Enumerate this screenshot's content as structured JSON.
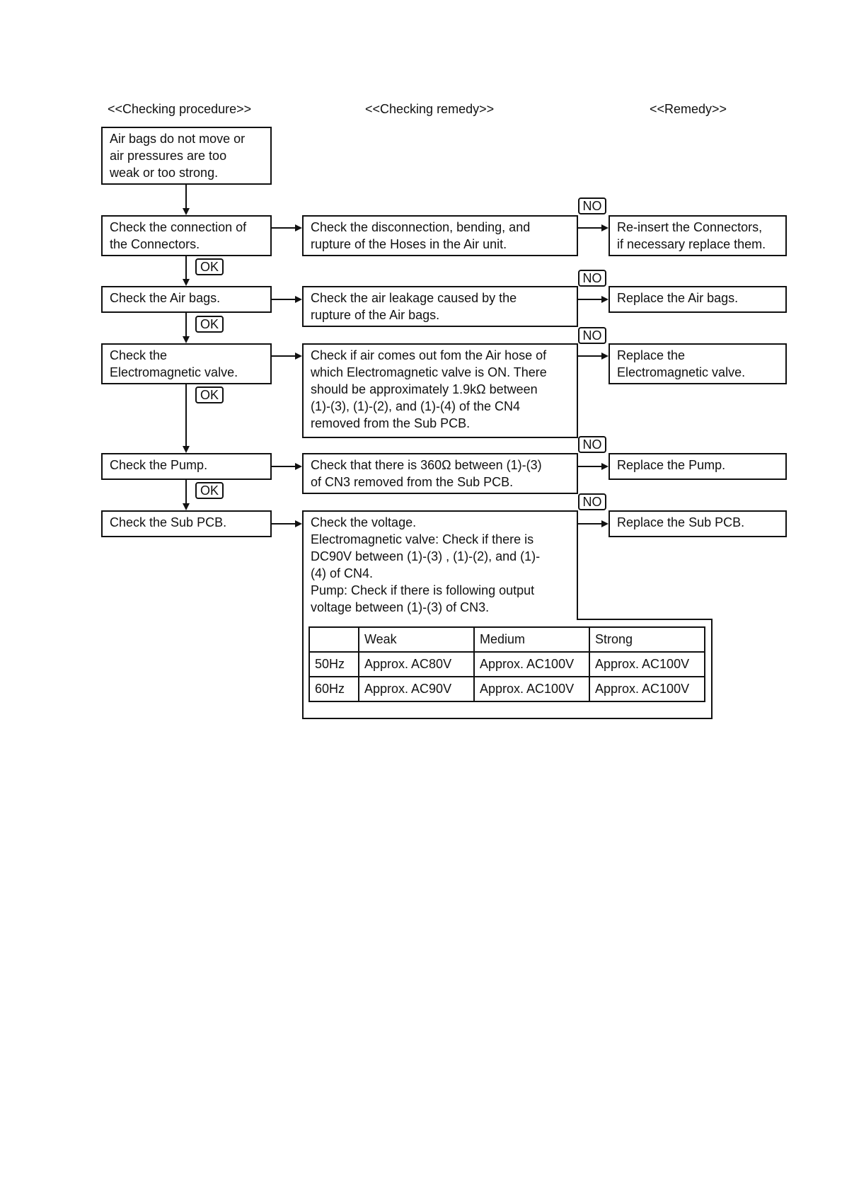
{
  "headers": {
    "procedure": "<<Checking procedure>>",
    "remedy_check": "<<Checking remedy>>",
    "remedy": "<<Remedy>>"
  },
  "procedure": {
    "start": "Air bags do not move or\nair pressures are too\nweak or too strong.",
    "steps": [
      "Check the connection of\nthe Connectors.",
      "Check the Air bags.",
      "Check the\nElectromagnetic valve.",
      "Check the Pump.",
      "Check the Sub PCB."
    ]
  },
  "checking_remedy": [
    "Check the disconnection, bending, and\nrupture of the Hoses in the Air unit.",
    "Check the air leakage caused by the\nrupture of the Air bags.",
    "Check if air comes out fom the Air hose of\nwhich Electromagnetic valve is ON.  There\nshould be approximately 1.9kΩ  between\n(1)-(3), (1)-(2), and (1)-(4) of the CN4\nremoved from the Sub PCB.",
    "Check that there is 360Ω  between (1)-(3)\nof CN3 removed from the Sub PCB.",
    "Check the voltage.\nElectromagnetic valve:  Check if there is\nDC90V between (1)-(3) ,  (1)-(2), and (1)-\n(4) of CN4.\nPump:  Check if there is following output\nvoltage between (1)-(3) of CN3."
  ],
  "remedy": [
    "Re-insert the Connectors,\nif necessary replace them.",
    "Replace the Air bags.",
    "Replace the\nElectromagnetic valve.",
    "Replace the Pump.",
    "Replace the Sub PCB."
  ],
  "labels": {
    "ok": "OK",
    "no": "NO"
  },
  "voltage_table": {
    "headers": [
      "",
      "Weak",
      "Medium",
      "Strong"
    ],
    "rows": [
      [
        "50Hz",
        "Approx. AC80V",
        "Approx. AC100V",
        "Approx. AC100V"
      ],
      [
        "60Hz",
        "Approx. AC90V",
        "Approx. AC100V",
        "Approx. AC100V"
      ]
    ]
  }
}
